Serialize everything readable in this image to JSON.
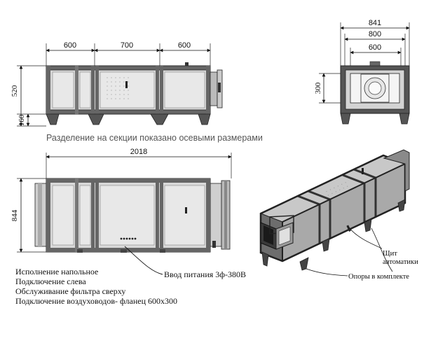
{
  "front_view": {
    "width_labels": [
      "600",
      "700",
      "600"
    ],
    "height_total": "520",
    "height_leg": "160"
  },
  "end_view": {
    "width_outer": "841",
    "width_mid": "800",
    "width_inner": "600",
    "height_inner": "300"
  },
  "caption": "Разделение на секции показано осевыми размерами",
  "top_view": {
    "length_total": "2018",
    "width_total": "844"
  },
  "iso_callouts": {
    "panel_line1": "Щит",
    "panel_line2": "автоматики",
    "supports": "Опоры в комплекте"
  },
  "power_note": "Ввод питания 3ф-380В",
  "notes": [
    "Исполнение напольное",
    "Подключение слева",
    "Обслуживание фильтра сверху",
    "Подключение воздуховодов- фланец 600х300"
  ]
}
